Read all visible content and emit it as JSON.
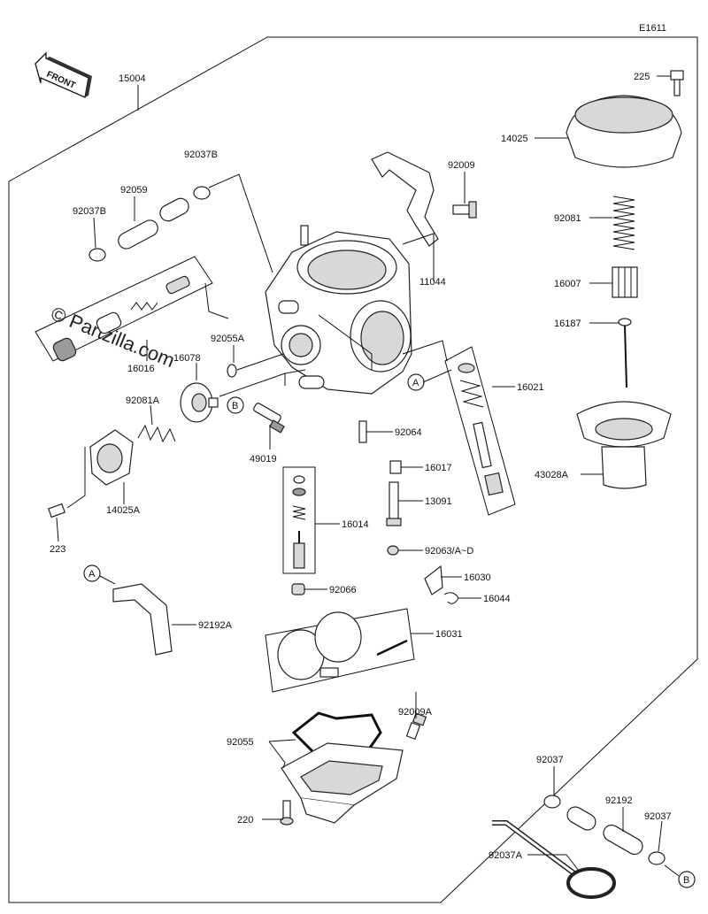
{
  "diagram": {
    "code": "E1611",
    "front_label": "FRONT",
    "watermark": "© Partzilla.com",
    "callout_a": "A",
    "callout_b": "B",
    "labels": {
      "p15004": "15004",
      "p92037B_1": "92037B",
      "p92059": "92059",
      "p92037B_2": "92037B",
      "p92009": "92009",
      "p11044": "11044",
      "p225": "225",
      "p14025": "14025",
      "p92081": "92081",
      "p16007": "16007",
      "p16187": "16187",
      "p16021": "16021",
      "p43028A": "43028A",
      "p92055A": "92055A",
      "p16016": "16016",
      "p16078": "16078",
      "p92081A": "92081A",
      "p14025A": "14025A",
      "p223": "223",
      "p49019": "49019",
      "p92064": "92064",
      "p16017": "16017",
      "p13091": "13091",
      "p16014": "16014",
      "p92063": "92063/A~D",
      "p16030": "16030",
      "p16044": "16044",
      "p92066": "92066",
      "p92192A": "92192A",
      "p16031": "16031",
      "p92009A": "92009A",
      "p92055": "92055",
      "p220": "220",
      "p92037_1": "92037",
      "p92192": "92192",
      "p92037_2": "92037",
      "p92037A": "92037A"
    }
  }
}
